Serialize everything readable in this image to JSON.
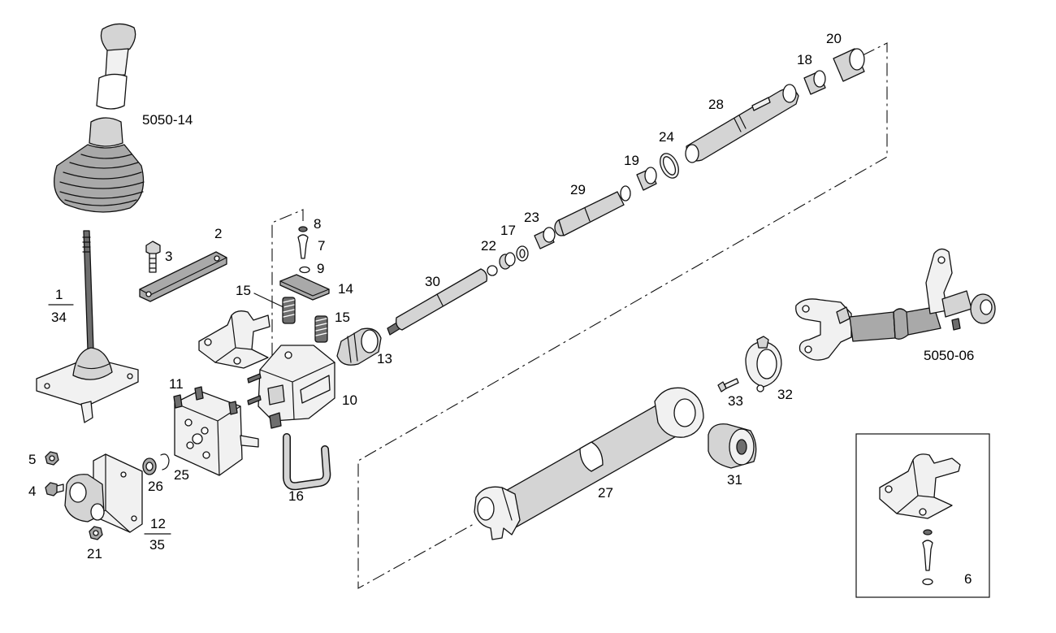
{
  "diagram": {
    "labels": {
      "ref_5050_14": "5050-14",
      "ref_5050_06": "5050-06",
      "part_1": "1",
      "part_34": "34",
      "part_2": "2",
      "part_3": "3",
      "part_4": "4",
      "part_5": "5",
      "part_6": "6",
      "part_7": "7",
      "part_8": "8",
      "part_9": "9",
      "part_10": "10",
      "part_11": "11",
      "part_12": "12",
      "part_35": "35",
      "part_13": "13",
      "part_14": "14",
      "part_15_a": "15",
      "part_15_b": "15",
      "part_16": "16",
      "part_17": "17",
      "part_18": "18",
      "part_19": "19",
      "part_20": "20",
      "part_21": "21",
      "part_22": "22",
      "part_23": "23",
      "part_24": "24",
      "part_25": "25",
      "part_26": "26",
      "part_27": "27",
      "part_28": "28",
      "part_29": "29",
      "part_30": "30",
      "part_31": "31",
      "part_32": "32",
      "part_33": "33"
    }
  }
}
